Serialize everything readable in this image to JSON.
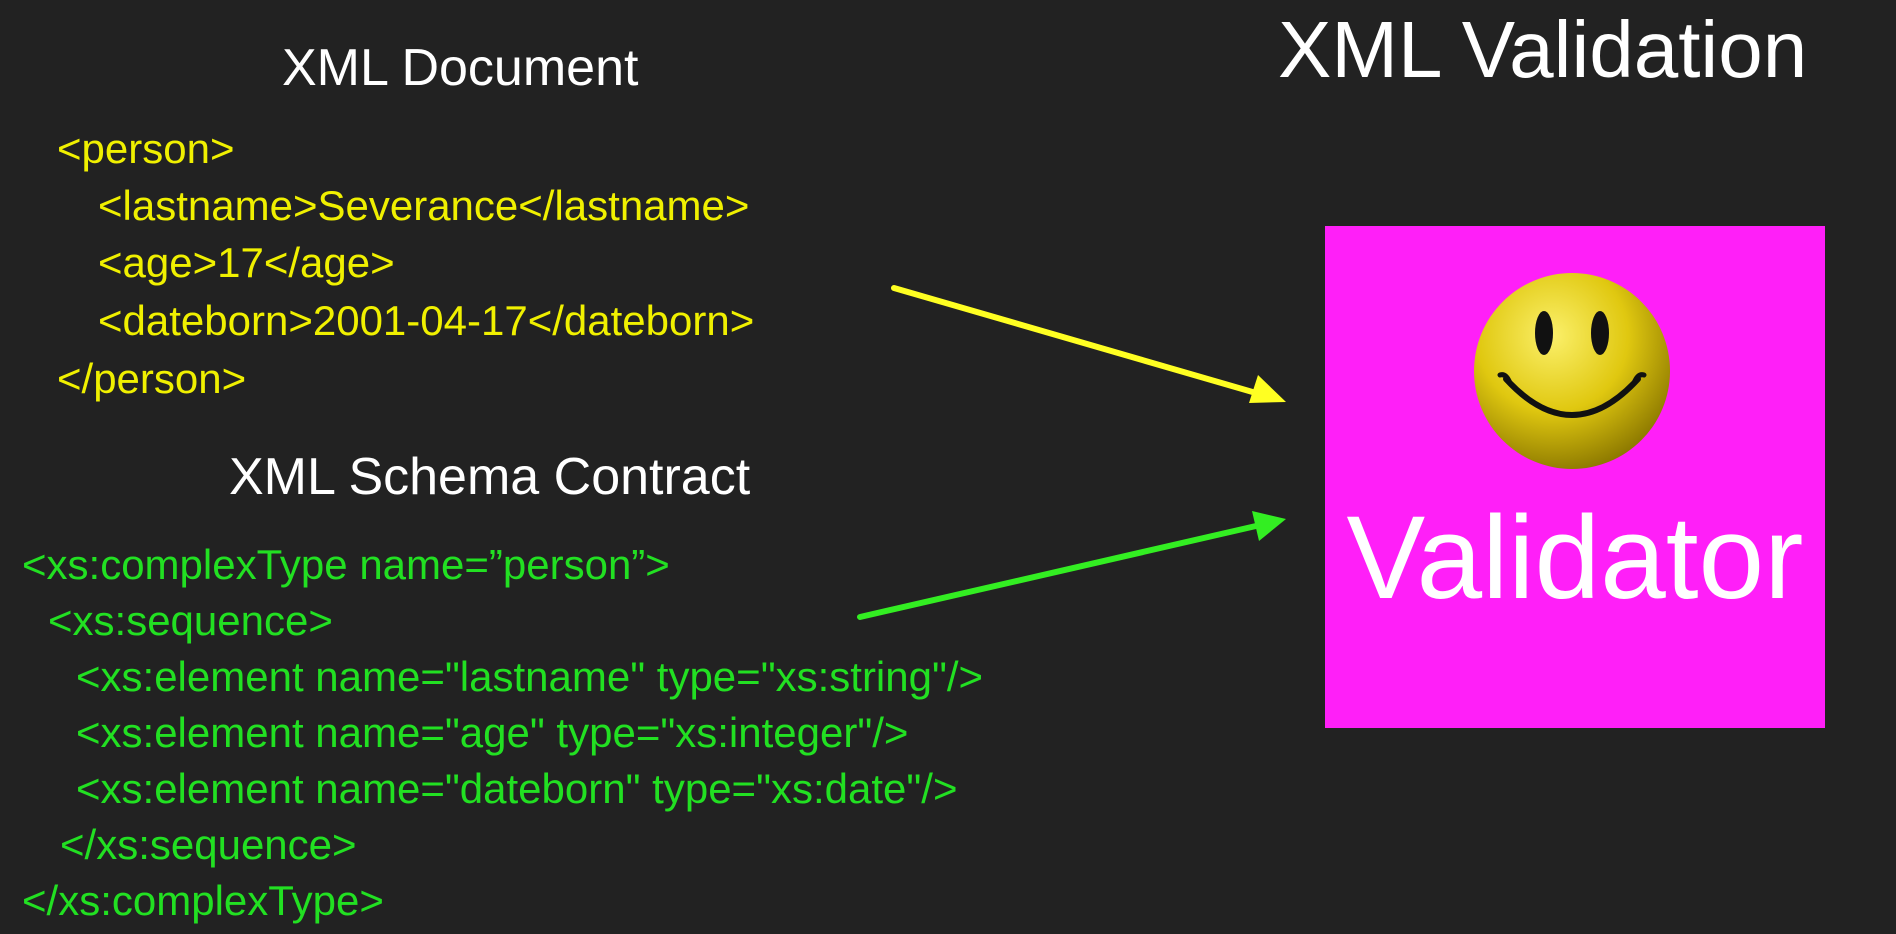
{
  "title": "XML Validation",
  "xml_document": {
    "heading": "XML Document",
    "lines": [
      "<person>",
      "<lastname>Severance</lastname>",
      "<age>17</age>",
      "<dateborn>2001-04-17</dateborn>",
      "</person>"
    ]
  },
  "schema": {
    "heading": "XML Schema Contract",
    "lines": [
      "<xs:complexType name=”person”>",
      "<xs:sequence>",
      "<xs:element name=\"lastname\" type=\"xs:string\"/>",
      "<xs:element name=\"age\" type=\"xs:integer\"/>",
      "<xs:element name=\"dateborn\" type=\"xs:date\"/>",
      "</xs:sequence>",
      "</xs:complexType>"
    ]
  },
  "validator": {
    "label": "Validator",
    "icon": "smiley-face-icon"
  },
  "colors": {
    "background": "#222222",
    "document_text": "#f0f000",
    "schema_text": "#22e022",
    "validator_box": "#ff1ff8",
    "document_arrow": "#ffff22",
    "schema_arrow": "#33ee22"
  }
}
